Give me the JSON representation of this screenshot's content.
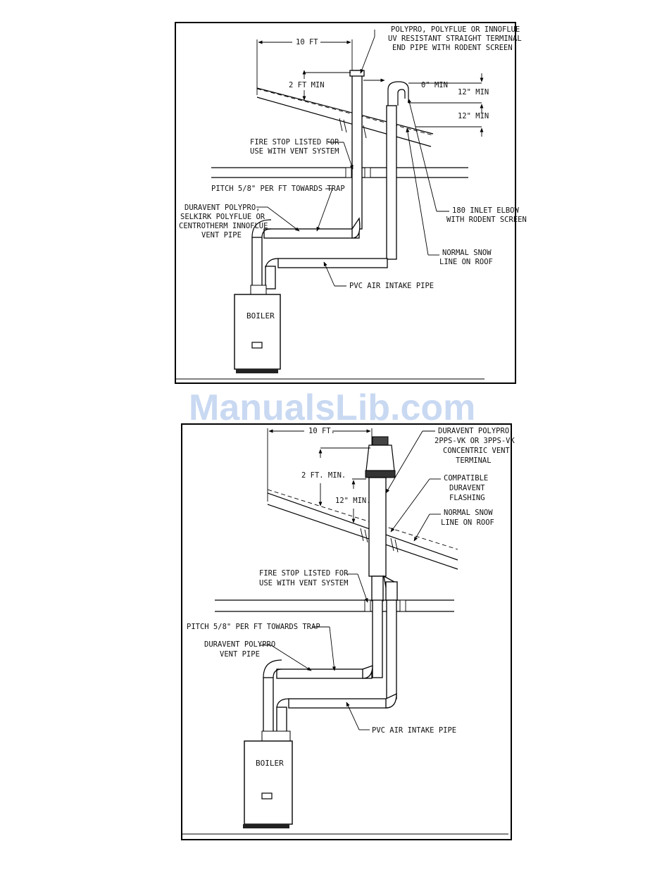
{
  "watermark": "ManualsLib.com",
  "diagram_top": {
    "dim_horizontal": "10 FT",
    "dim_above_roof": "2 FT MIN",
    "dim_separation": "0\" MIN",
    "dim_elbow_top": "12\" MIN",
    "dim_snow": "12\" MIN",
    "terminal_label": [
      "POLYPRO, POLYFLUE OR INNOFLUE",
      "UV RESISTANT STRAIGHT TERMINAL",
      "END PIPE WITH RODENT SCREEN"
    ],
    "fire_stop_label": [
      "FIRE STOP LISTED FOR",
      "USE WITH VENT SYSTEM"
    ],
    "pitch_label": "PITCH 5/8\" PER FT TOWARDS TRAP",
    "vent_pipe_label": [
      "DURAVENT POLYPRO,",
      "SELKIRK POLYFLUE OR",
      "CENTROTHERM INNOFLUE",
      "VENT PIPE"
    ],
    "elbow_label": [
      "180 INLET ELBOW",
      "WITH RODENT SCREEN"
    ],
    "snow_label": [
      "NORMAL SNOW",
      "LINE ON ROOF"
    ],
    "intake_label": "PVC AIR INTAKE PIPE",
    "boiler_label": "BOILER"
  },
  "diagram_bottom": {
    "dim_horizontal": "10 FT.",
    "dim_above_roof": "2 FT. MIN.",
    "dim_snow": "12\" MIN.",
    "terminal_label": [
      "DURAVENT POLYPRO",
      "2PPS-VK OR 3PPS-VK",
      "CONCENTRIC VENT",
      "TERMINAL"
    ],
    "flashing_label": [
      "COMPATIBLE",
      "DURAVENT",
      "FLASHING"
    ],
    "snow_label": [
      "NORMAL SNOW",
      "LINE ON ROOF"
    ],
    "fire_stop_label": [
      "FIRE STOP LISTED FOR",
      "USE WITH VENT SYSTEM"
    ],
    "pitch_label": "PITCH 5/8\" PER FT TOWARDS TRAP",
    "vent_pipe_label": [
      "DURAVENT POLYPRO",
      "VENT PIPE"
    ],
    "intake_label": "PVC AIR INTAKE PIPE",
    "boiler_label": "BOILER"
  }
}
